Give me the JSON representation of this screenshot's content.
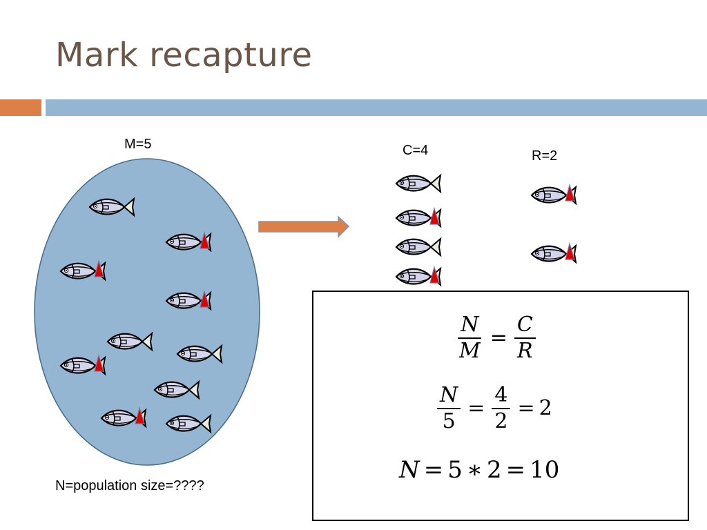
{
  "title": "Mark recapture",
  "labels": {
    "marked": "M=5",
    "captured": "C=4",
    "recaptured": "R=2",
    "population": "N=population size=????"
  },
  "formula": {
    "eq1": {
      "num_left": "N",
      "den_left": "M",
      "op": "=",
      "num_right": "C",
      "den_right": "R"
    },
    "eq2": {
      "num_left": "N",
      "den_left": "5",
      "op1": "=",
      "num_right": "4",
      "den_right": "2",
      "op2": "=",
      "result": "2"
    },
    "eq3": {
      "lhs": "N",
      "op1": "=",
      "a": "5",
      "mult": "∗",
      "b": "2",
      "op2": "=",
      "result": "10"
    }
  },
  "colors": {
    "pond": "#94b6d2",
    "arrow": "#dd8047",
    "mark": "#e00000",
    "title": "#6b5547"
  },
  "icons": [
    "fish-icon",
    "red-tag-icon",
    "arrow-right-icon"
  ]
}
